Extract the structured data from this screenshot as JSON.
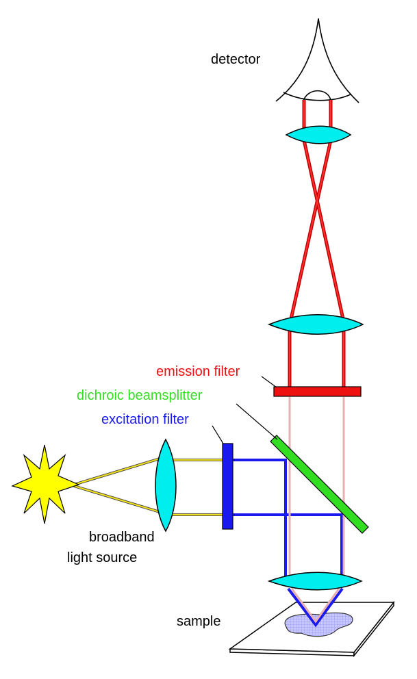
{
  "labels": {
    "detector": "detector",
    "emission_filter": "emission filter",
    "dichroic": "dichroic beamsplitter",
    "excitation_filter": "excitation filter",
    "light_source_1": "broadband",
    "light_source_2": "light source",
    "sample": "sample"
  },
  "colors": {
    "emission": "#e01010",
    "dichroic": "#33dd22",
    "excitation": "#1a1aee",
    "source": "#f0e020",
    "lens": "#00eeee"
  }
}
